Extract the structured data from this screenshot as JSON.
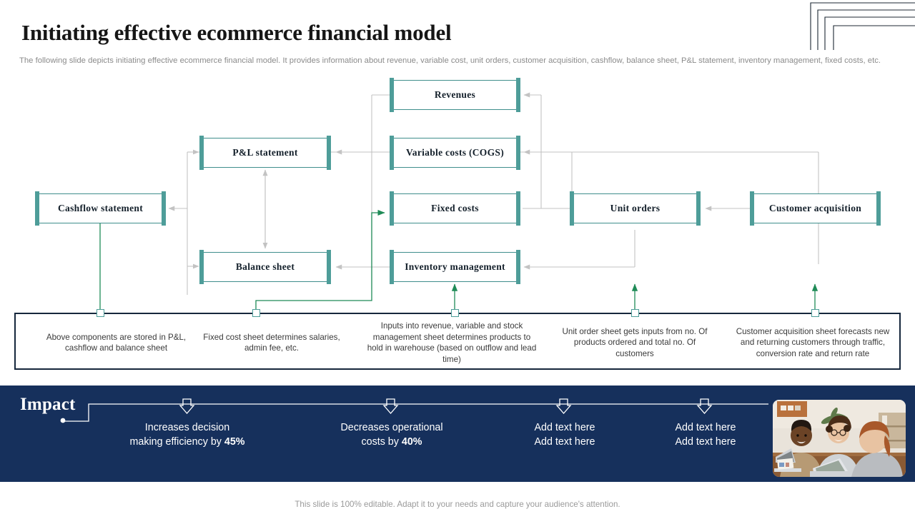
{
  "header": {
    "title": "Initiating effective ecommerce financial model",
    "subtitle": "The following slide depicts initiating effective ecommerce financial model. It provides information about revenue, variable cost, unit orders, customer acquisition, cashflow, balance sheet, P&L statement, inventory management, fixed costs, etc."
  },
  "colors": {
    "node_accent": "#4e9d99",
    "node_border": "#3f8e8c",
    "banner_navy": "#16305c",
    "green_arrow": "#1f8b57",
    "gray_arrow": "#c3c3c3",
    "annot_border": "#16273c"
  },
  "diagram": {
    "nodes": [
      {
        "id": "cashflow",
        "label": "Cashflow statement"
      },
      {
        "id": "pl",
        "label": "P&L statement"
      },
      {
        "id": "balance",
        "label": "Balance sheet"
      },
      {
        "id": "revenues",
        "label": "Revenues"
      },
      {
        "id": "variable",
        "label": "Variable costs (COGS)"
      },
      {
        "id": "fixed",
        "label": "Fixed costs"
      },
      {
        "id": "inventory",
        "label": "Inventory management"
      },
      {
        "id": "unit",
        "label": "Unit orders"
      },
      {
        "id": "customer",
        "label": "Customer acquisition"
      }
    ]
  },
  "annotations": [
    {
      "text": "Above components are stored in P&L, cashflow and balance sheet"
    },
    {
      "text": "Fixed cost sheet determines salaries, admin fee, etc."
    },
    {
      "text": "Inputs into revenue, variable and stock management sheet determines products to hold in warehouse (based on outflow and lead time)"
    },
    {
      "text": "Unit order sheet gets inputs from no. Of products ordered and total no. Of customers"
    },
    {
      "text": "Customer acquisition sheet forecasts new and returning customers through traffic, conversion rate and return rate"
    }
  ],
  "impact": {
    "label": "Impact",
    "items": [
      {
        "line1": "Increases decision",
        "line2_pre": "making efficiency by ",
        "line2_bold": "45%"
      },
      {
        "line1": "Decreases operational",
        "line2_pre": "costs by ",
        "line2_bold": "40%"
      },
      {
        "line1": "Add text here",
        "line2_pre": "Add text here",
        "line2_bold": ""
      },
      {
        "line1": "Add text here",
        "line2_pre": "Add text here",
        "line2_bold": ""
      }
    ]
  },
  "footer": {
    "text": "This slide is 100% editable. Adapt it to your needs and capture your audience's attention."
  }
}
